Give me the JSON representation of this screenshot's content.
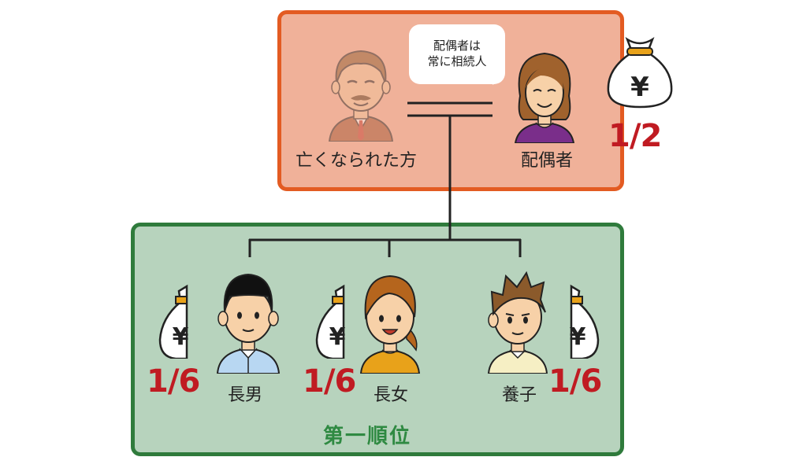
{
  "deceased": {
    "label": "亡くなられた方"
  },
  "spouse": {
    "label": "配偶者",
    "share": "1/2"
  },
  "bubble": {
    "line1": "配偶者は",
    "line2": "常に相続人"
  },
  "group": {
    "title": "第一順位"
  },
  "children": [
    {
      "label": "長男",
      "share": "1/6"
    },
    {
      "label": "長女",
      "share": "1/6"
    },
    {
      "label": "養子",
      "share": "1/6"
    }
  ],
  "colors": {
    "top_fill": "#f0b199",
    "top_border": "#e35b22",
    "bottom_fill": "#b7d3bd",
    "bottom_border": "#2f7b3c",
    "share_red": "#c01b22",
    "group_green": "#2f8a42"
  },
  "icons": [
    "man-portrait-icon",
    "woman-portrait-icon",
    "boy-portrait-icon",
    "girl-portrait-icon",
    "money-bag-yen-icon"
  ]
}
